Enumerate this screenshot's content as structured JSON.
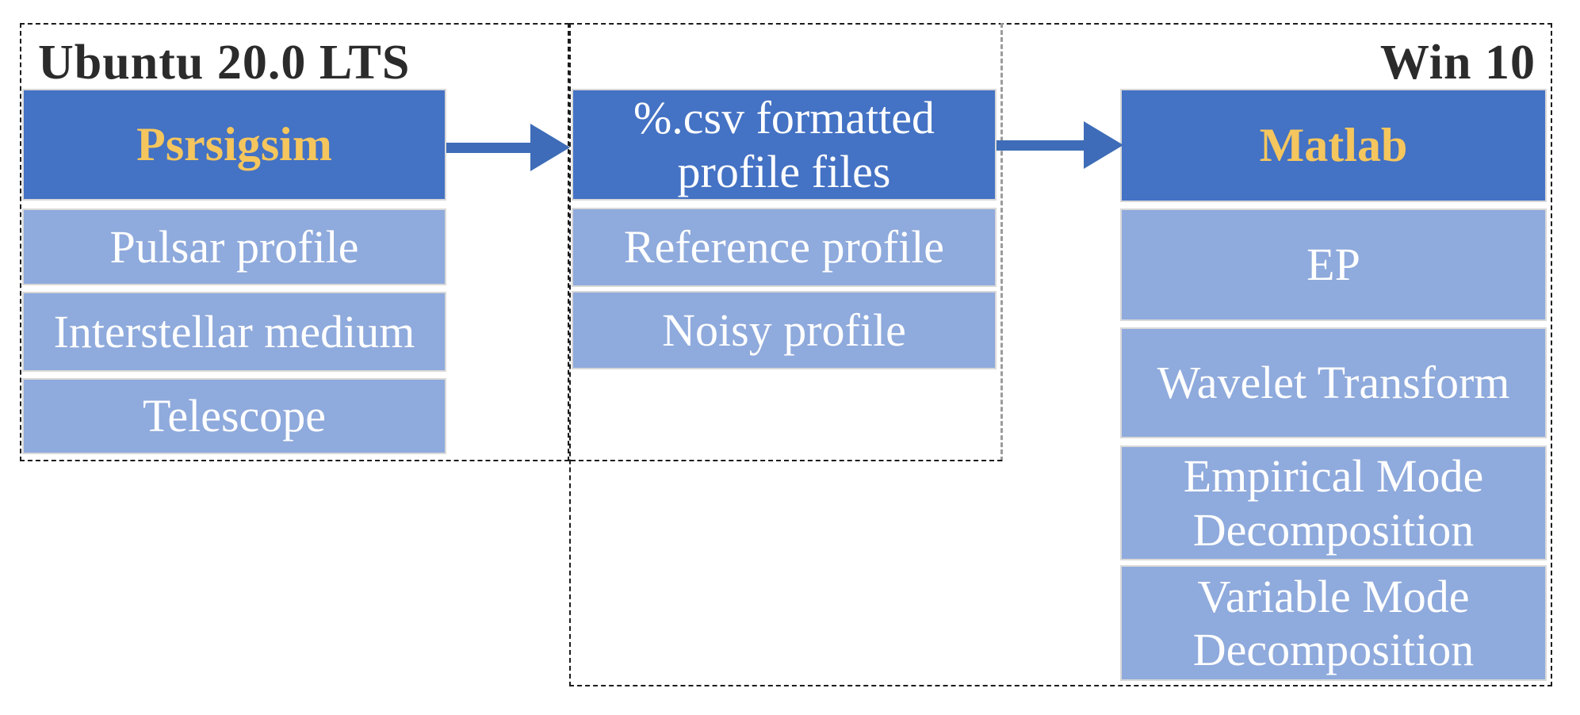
{
  "diagram": {
    "environments": {
      "left": {
        "title": "Ubuntu 20.0 LTS"
      },
      "right": {
        "title": "Win 10"
      }
    },
    "columns": [
      {
        "id": "psrsigsim",
        "header": "Psrsigsim",
        "rows": [
          "Pulsar profile",
          "Interstellar medium",
          "Telescope"
        ]
      },
      {
        "id": "csv-files",
        "header": "%.csv formatted profile files",
        "rows": [
          "Reference profile",
          "Noisy profile"
        ]
      },
      {
        "id": "matlab",
        "header": "Matlab",
        "rows": [
          "EP",
          "Wavelet Transform",
          "Empirical Mode Decomposition",
          "Variable Mode Decomposition"
        ]
      }
    ],
    "colors": {
      "header_bg": "#4472C4",
      "row_bg": "#8FAADC",
      "header_text_gold": "#F5C65D",
      "body_text": "#FFFFFF",
      "arrow": "#3E6CB8",
      "title_text": "#2B2B2B",
      "border_dash": "#1C1C1C",
      "divider_dash": "#9B9B9B",
      "box_outline": "#D9D9D9"
    }
  }
}
